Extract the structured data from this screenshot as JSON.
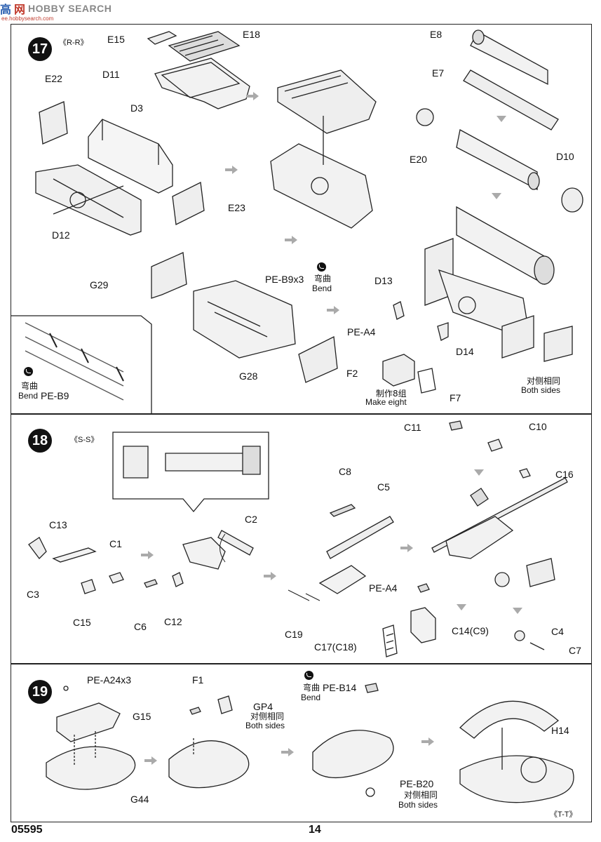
{
  "watermark": {
    "cn": "高",
    "cn2": "网",
    "text": "HOBBY SEARCH",
    "url": "ee.hobbysearch.com"
  },
  "steps": [
    {
      "number": "17",
      "section": "《R-R》",
      "labels": {
        "E15": "E15",
        "E18": "E18",
        "D11": "D11",
        "E22": "E22",
        "D3": "D3",
        "D12": "D12",
        "E23": "E23",
        "E8": "E8",
        "E7": "E7",
        "E20": "E20",
        "D10": "D10",
        "G29": "G29",
        "PE_B9x3": "PE-B9x3",
        "bend_cn": "弯曲",
        "bend_en": "Bend",
        "D13": "D13",
        "PE_A4": "PE-A4",
        "D14": "D14",
        "F2": "F2",
        "F7": "F7",
        "G28": "G28",
        "make8_cn": "制作8组",
        "make8_en": "Make eight",
        "both_cn": "对侧相同",
        "both_en": "Both sides",
        "detail_bend_cn": "弯曲",
        "detail_bend_en": "Bend",
        "PE_B9": "PE-B9"
      }
    },
    {
      "number": "18",
      "section": "《S-S》",
      "labels": {
        "C11": "C11",
        "C10": "C10",
        "C16": "C16",
        "C8": "C8",
        "C5": "C5",
        "C13": "C13",
        "C1": "C1",
        "C3": "C3",
        "C15": "C15",
        "C2": "C2",
        "C6": "C6",
        "C12": "C12",
        "C19": "C19",
        "PE_A4": "PE-A4",
        "C14": "C14(C9)",
        "C17": "C17(C18)",
        "C4": "C4",
        "C7": "C7"
      }
    },
    {
      "number": "19",
      "section": "《T-T》",
      "labels": {
        "PE_A24x3": "PE-A24x3",
        "G15": "G15",
        "G44": "G44",
        "F1": "F1",
        "GP4": "GP4",
        "both_cn": "对侧相同",
        "both_en": "Both sides",
        "bend_cn": "弯曲",
        "bend_en": "Bend",
        "PE_B14": "PE-B14",
        "PE_B20": "PE-B20",
        "both2_cn": "对侧相同",
        "both2_en": "Both sides",
        "H14": "H14"
      }
    }
  ],
  "footer": {
    "code": "05595",
    "page": "14"
  }
}
